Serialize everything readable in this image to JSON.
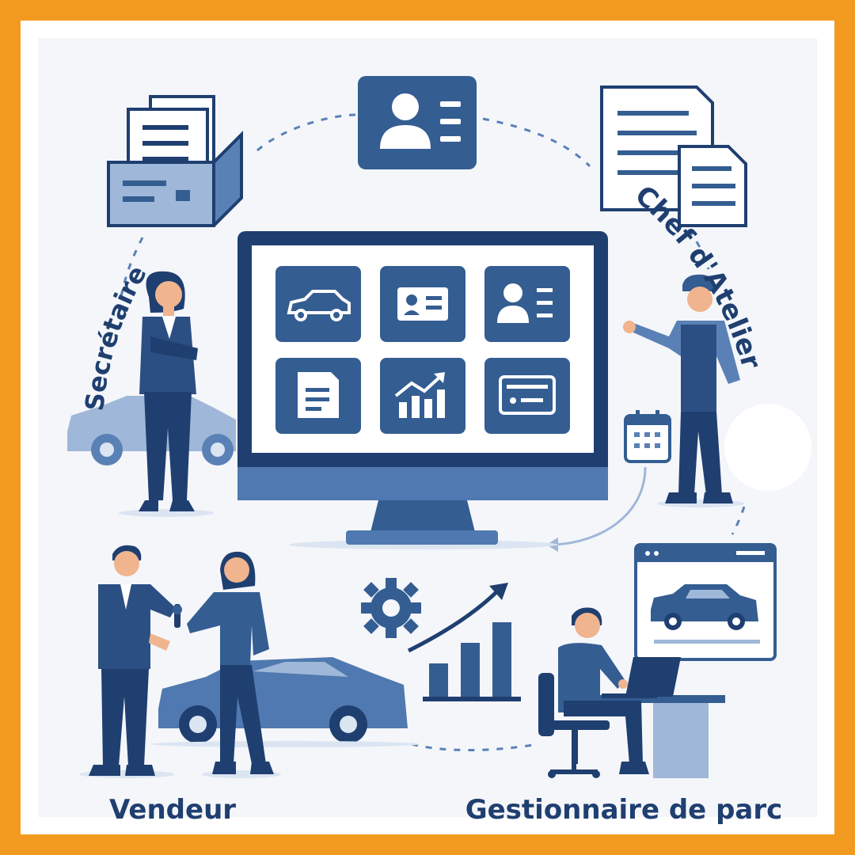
{
  "colors": {
    "frame": "#f29a1f",
    "navy": "#1f3f70",
    "blue": "#345d92",
    "mid_blue": "#5a81b6",
    "light_blue": "#9fb7d8",
    "pale_blue": "#dbe5f2",
    "background": "#f4f6fa"
  },
  "roles": {
    "secretaire": "Secrétaire",
    "chef_atelier": "Chef d'Atelier",
    "vendeur": "Vendeur",
    "gestionnaire": "Gestionnaire de parc"
  },
  "monitor": {
    "tiles": [
      {
        "icon": "car-icon"
      },
      {
        "icon": "id-card-icon"
      },
      {
        "icon": "contact-card-icon"
      },
      {
        "icon": "document-icon"
      },
      {
        "icon": "bar-chart-icon"
      },
      {
        "icon": "card-icon"
      }
    ]
  },
  "icons": {
    "top_center": "contact-card-icon",
    "top_left": "file-box-icon",
    "top_right": "documents-icon",
    "calendar": "calendar-icon",
    "gear": "gear-icon",
    "growth": "growth-chart-icon",
    "browser": "browser-car-icon"
  }
}
